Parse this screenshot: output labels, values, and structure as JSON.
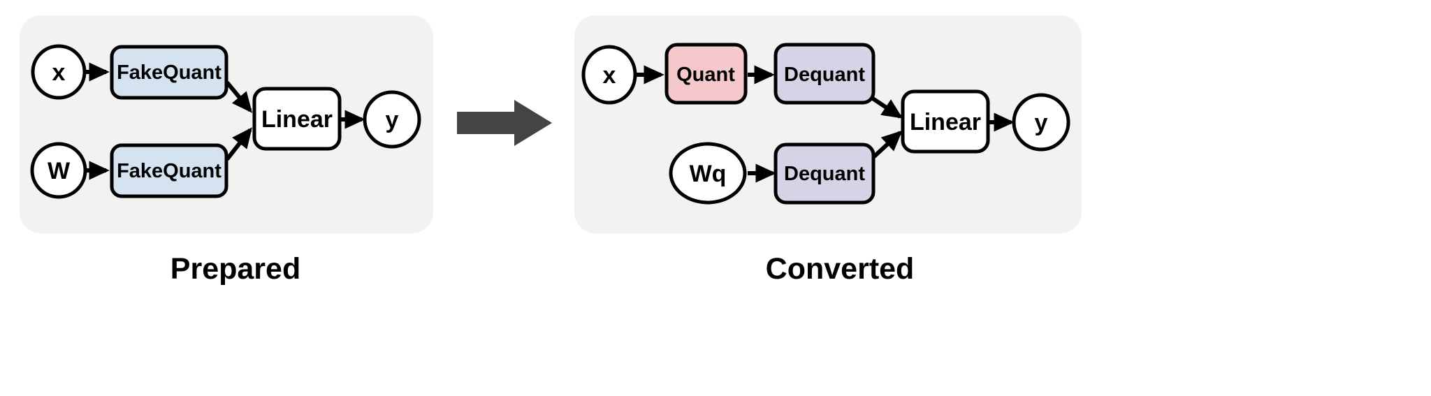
{
  "figure": {
    "type": "flow-diagram",
    "title": "Quantization graph transformation: Prepared to Converted",
    "background_color": "#ffffff",
    "panel_background_color": "#f2f2f1"
  },
  "colors": {
    "panel_bg": "#f2f2f1",
    "fakequant_fill": "#d5e3f1",
    "quant_fill": "#f5c9cc",
    "dequant_fill": "#d8d2e7",
    "plain_fill": "#ffffff",
    "stroke": "#000000",
    "transition_arrow": "#444444"
  },
  "panels": [
    {
      "id": "prepared",
      "caption": "Prepared",
      "nodes": [
        {
          "id": "p-x",
          "label": "x",
          "shape": "ellipse",
          "style": "plain"
        },
        {
          "id": "p-w",
          "label": "W",
          "shape": "ellipse",
          "style": "plain"
        },
        {
          "id": "p-fq-act",
          "label": "FakeQuant",
          "shape": "roundrect",
          "style": "fakequant"
        },
        {
          "id": "p-fq-wt",
          "label": "FakeQuant",
          "shape": "roundrect",
          "style": "fakequant"
        },
        {
          "id": "p-linear",
          "label": "Linear",
          "shape": "roundrect",
          "style": "plain"
        },
        {
          "id": "p-y",
          "label": "y",
          "shape": "ellipse",
          "style": "plain"
        }
      ],
      "edges": [
        {
          "from": "p-x",
          "to": "p-fq-act"
        },
        {
          "from": "p-w",
          "to": "p-fq-wt"
        },
        {
          "from": "p-fq-act",
          "to": "p-linear"
        },
        {
          "from": "p-fq-wt",
          "to": "p-linear"
        },
        {
          "from": "p-linear",
          "to": "p-y"
        }
      ]
    },
    {
      "id": "converted",
      "caption": "Converted",
      "nodes": [
        {
          "id": "c-x",
          "label": "x",
          "shape": "ellipse",
          "style": "plain"
        },
        {
          "id": "c-wq",
          "label": "Wq",
          "shape": "ellipse",
          "style": "plain"
        },
        {
          "id": "c-quant",
          "label": "Quant",
          "shape": "roundrect",
          "style": "quant"
        },
        {
          "id": "c-deq-act",
          "label": "Dequant",
          "shape": "roundrect",
          "style": "dequant"
        },
        {
          "id": "c-deq-wt",
          "label": "Dequant",
          "shape": "roundrect",
          "style": "dequant"
        },
        {
          "id": "c-linear",
          "label": "Linear",
          "shape": "roundrect",
          "style": "plain"
        },
        {
          "id": "c-y",
          "label": "y",
          "shape": "ellipse",
          "style": "plain"
        }
      ],
      "edges": [
        {
          "from": "c-x",
          "to": "c-quant"
        },
        {
          "from": "c-quant",
          "to": "c-deq-act"
        },
        {
          "from": "c-wq",
          "to": "c-deq-wt"
        },
        {
          "from": "c-deq-act",
          "to": "c-linear"
        },
        {
          "from": "c-deq-wt",
          "to": "c-linear"
        },
        {
          "from": "c-linear",
          "to": "c-y"
        }
      ]
    }
  ],
  "transition": {
    "icon": "thick-right-arrow-icon",
    "direction": "right",
    "color": "#444444"
  },
  "labels": {
    "prepared_x": "x",
    "prepared_w": "W",
    "prepared_fq_act": "FakeQuant",
    "prepared_fq_wt": "FakeQuant",
    "prepared_linear": "Linear",
    "prepared_y": "y",
    "prepared_caption": "Prepared",
    "converted_x": "x",
    "converted_wq": "Wq",
    "converted_quant": "Quant",
    "converted_dequant_act": "Dequant",
    "converted_dequant_wt": "Dequant",
    "converted_linear": "Linear",
    "converted_y": "y",
    "converted_caption": "Converted"
  }
}
